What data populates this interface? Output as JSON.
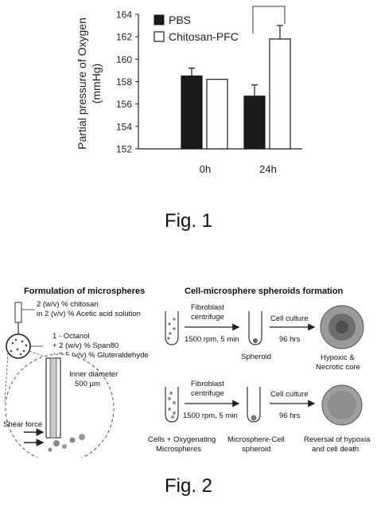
{
  "figure1": {
    "caption": "Fig. 1",
    "chart_data": {
      "type": "bar",
      "title": "",
      "xlabel": "",
      "ylabel_line1": "Partial pressure of Oxygen",
      "ylabel_line2": "(mmHg)",
      "categories": [
        "0h",
        "24h"
      ],
      "ylim": [
        152,
        164
      ],
      "yticks": [
        152,
        154,
        156,
        158,
        160,
        162,
        164
      ],
      "legend_position": "top-left",
      "series": [
        {
          "name": "PBS",
          "color": "#1a1a1a",
          "values": [
            158.5,
            156.7
          ],
          "errors": [
            0.7,
            1.0
          ]
        },
        {
          "name": "Chitosan-PFC",
          "color": "#ffffff",
          "values": [
            158.2,
            161.8
          ],
          "errors": [
            0.0,
            1.2
          ]
        }
      ],
      "significance_bracket": {
        "category": "24h"
      }
    }
  },
  "figure2": {
    "caption": "Fig. 2",
    "left_heading": "Formulation of microspheres",
    "right_heading": "Cell-microsphere spheroids formation",
    "chitosan_line1": "2 (w/v) % chitosan",
    "chitosan_line2": "in 2 (v/v) % Acetic acid solution",
    "octanol_line1": "1 - Octanol",
    "octanol_line2": "+ 2 (w/v) % Span80",
    "octanol_line3": "+ 0.5 (v/v) % Gluteraldehyde",
    "inner_diameter_line1": "Inner diameter",
    "inner_diameter_line2": "500 μm",
    "shear_force": "Shear force",
    "row1": {
      "step1_line1": "Fibroblast",
      "step1_line2": "centrifuge",
      "step1_params": "1500 rpm, 5 min",
      "tube_label": "Spheroid",
      "culture_label": "Cell culture",
      "culture_time": "96 hrs",
      "result_line1": "Hypoxic &",
      "result_line2": "Necrotic core"
    },
    "row2": {
      "step1_line1": "Fibroblast",
      "step1_line2": "centrifuge",
      "step1_params": "1500 rpm, 5 min",
      "input_line1": "Cells + Oxygenating",
      "input_line2": "Microspheres",
      "tube_line1": "Microsphere-Cell",
      "tube_line2": "spheroid",
      "culture_label": "Cell culture",
      "culture_time": "96 hrs",
      "result_line1": "Reversal of hypoxia",
      "result_line2": "and cell death"
    }
  }
}
